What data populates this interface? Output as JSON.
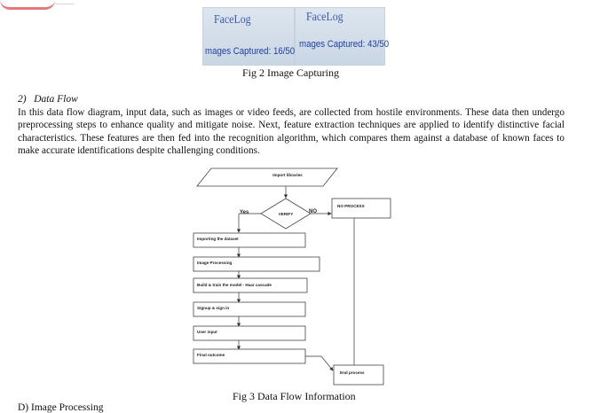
{
  "fig2": {
    "left_shot": {
      "app_name": "FaceLog",
      "status_text": "mages Captured: 16/50"
    },
    "right_shot": {
      "app_name": "FaceLog",
      "status_text": "mages Captured: 43/50"
    },
    "caption": "Fig 2 Image Capturing"
  },
  "section": {
    "number": "2)",
    "title": "Data Flow"
  },
  "paragraph": "In this data flow diagram, input data, such as images or video feeds, are collected from hostile environments. These data then undergo preprocessing steps to enhance quality and mitigate noise. Next, feature extraction techniques are applied to identify distinctive facial characteristics. These features are then fed into the recognition algorithm, which compares them against a database of known faces to make accurate identifications despite challenging conditions.",
  "flowchart": {
    "input": "Import libraries",
    "decision": "VERIFY",
    "yes_label": "Yes",
    "no_label": "NO",
    "no_process": "NO PROCESS",
    "steps": [
      "Importing the dataset",
      "Image Processing",
      "Build & train the model - Haar cascade",
      "Signup & sign in",
      "User input",
      "Final outcome"
    ],
    "end": "End process"
  },
  "fig3_caption": "Fig 3 Data Flow Information",
  "next_heading": "D)   Image Processing"
}
